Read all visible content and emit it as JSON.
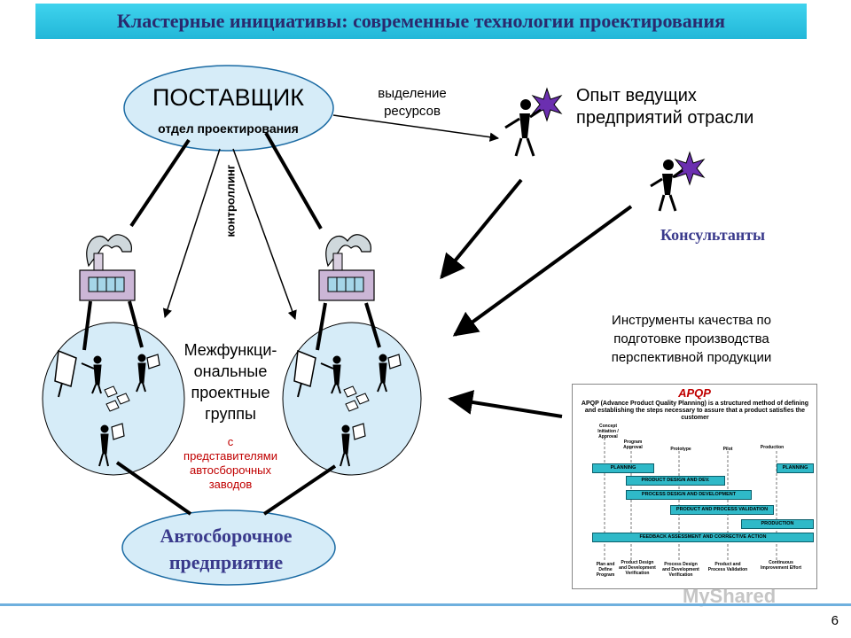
{
  "header": {
    "title": "Кластерные инициативы: современные технологии проектирования"
  },
  "supplier": {
    "title": "ПОСТАВЩИК",
    "subtitle": "отдел проектирования"
  },
  "labels": {
    "resource_allocation_line1": "выделение",
    "resource_allocation_line2": "ресурсов",
    "controlling": "контроллинг",
    "experience_line1": "Опыт ведущих",
    "experience_line2": "предприятий отрасли",
    "consultants": "Консультанты",
    "cross_functional": [
      "Межфункци-",
      "ональные",
      "проектные",
      "группы"
    ],
    "representatives": [
      "с",
      "представителями",
      "автосборочных",
      "заводов"
    ],
    "quality_tools": [
      "Инструменты качества по",
      "подготовке производства",
      "перспективной продукции"
    ],
    "assembly_line1": "Автосборочное",
    "assembly_line2": "предприятие"
  },
  "apqp": {
    "title": "APQP",
    "description": "APQP (Advance Product Quality Planning) is a structured method of defining and establishing the steps necessary to assure that a product satisfies the customer",
    "phases": [
      "Concept Initiation / Approval",
      "Program Approval",
      "Prototype",
      "Pilot",
      "Production"
    ],
    "bars": [
      "PLANNING",
      "PLANNING",
      "PRODUCT DESIGN AND DEV.",
      "PROCESS DESIGN AND DEVELOPMENT",
      "PRODUCT AND PROCESS VALIDATION",
      "PRODUCTION",
      "FEEDBACK ASSESSMENT AND CORRECTIVE ACTION"
    ],
    "stages": [
      "Plan and Define Program",
      "Product Design and Development Verification",
      "Process Design and Development Verification",
      "Product and Process Validation",
      "Continuous Improvement Effort"
    ]
  },
  "watermark": "MyShared",
  "page_number": "6",
  "colors": {
    "title_bar": "#2ec4e6",
    "ellipse_fill": "#d6ecf8",
    "accent_text": "#3a3a8c",
    "red_text": "#c00000",
    "apqp_bar": "#2fb9c8"
  }
}
